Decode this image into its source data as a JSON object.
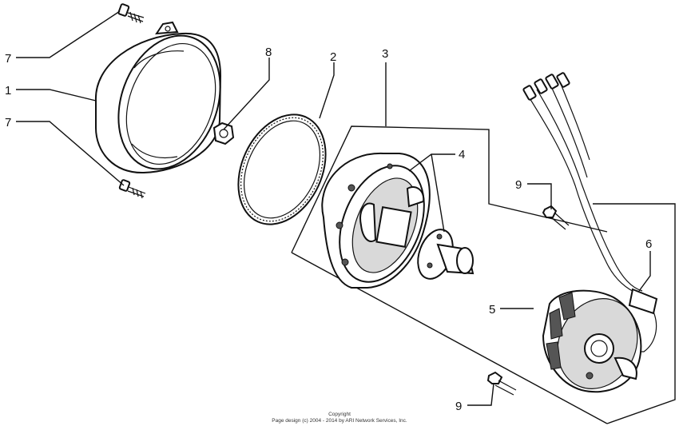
{
  "callouts": {
    "c7a": "7",
    "c1": "1",
    "c7b": "7",
    "c8": "8",
    "c2": "2",
    "c3": "3",
    "c4": "4",
    "c9a": "9",
    "c6": "6",
    "c5": "5",
    "c9b": "9"
  },
  "copyright": {
    "line1": "Copyright",
    "line2": "Page design (c) 2004 - 2014 by ARI Network Services, Inc."
  }
}
